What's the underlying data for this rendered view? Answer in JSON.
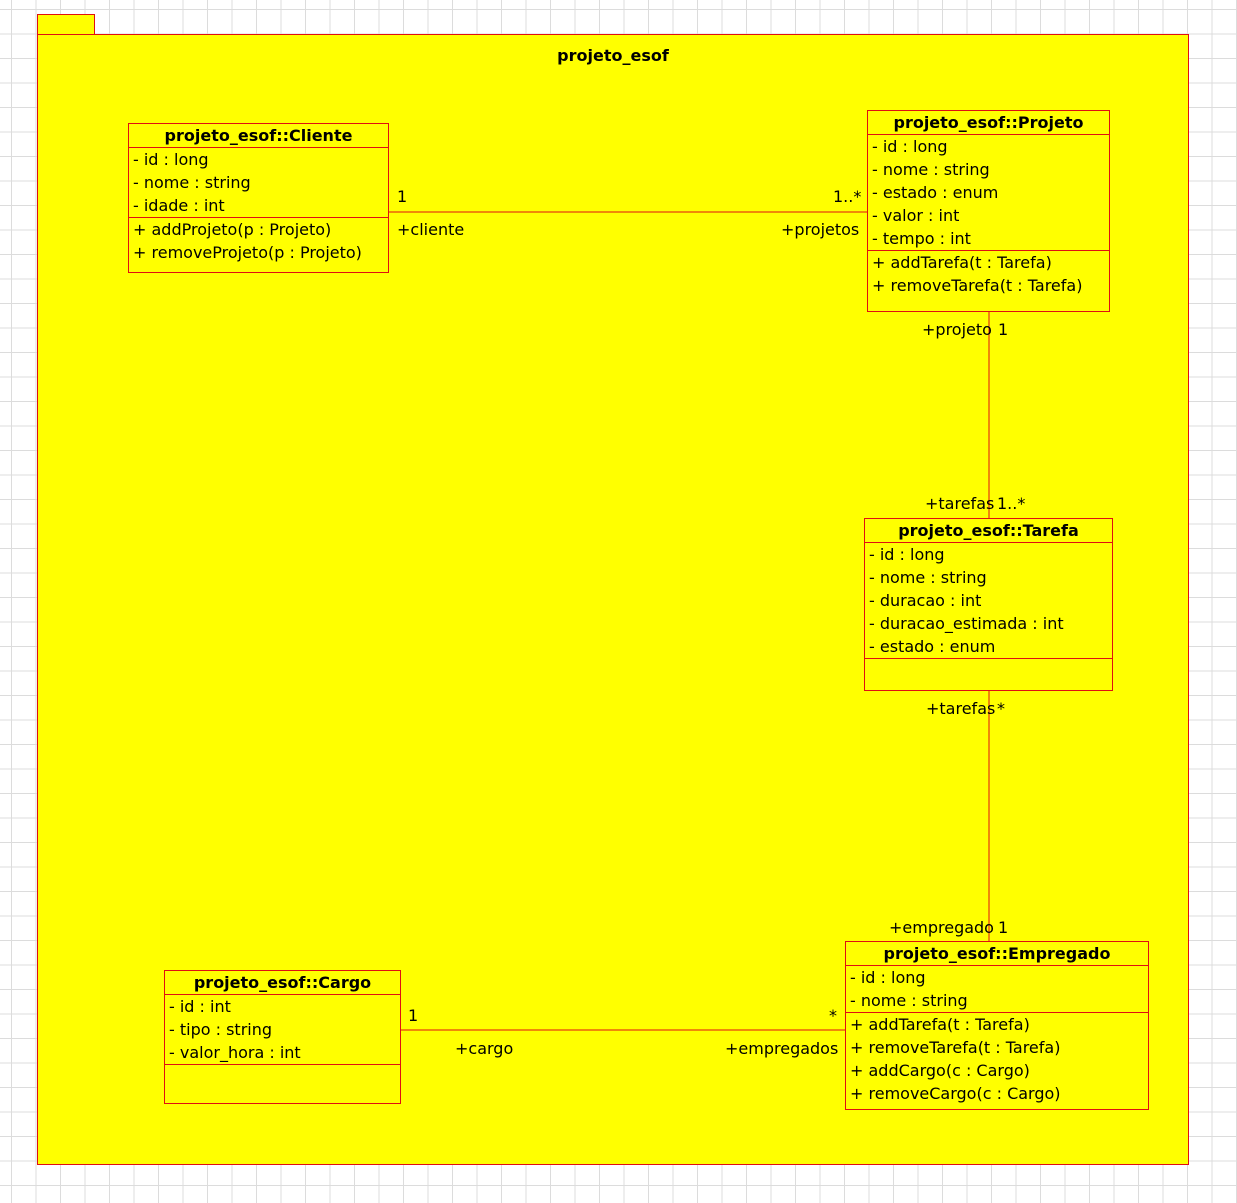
{
  "package": {
    "name": "projeto_esof"
  },
  "classes": {
    "cliente": {
      "name": "projeto_esof::Cliente",
      "attributes": [
        "- id : long",
        "- nome : string",
        "- idade : int"
      ],
      "operations": [
        "+ addProjeto(p : Projeto)",
        "+ removeProjeto(p : Projeto)"
      ]
    },
    "projeto": {
      "name": "projeto_esof::Projeto",
      "attributes": [
        "- id : long",
        "- nome : string",
        "- estado : enum",
        "- valor : int",
        "- tempo : int"
      ],
      "operations": [
        "+ addTarefa(t : Tarefa)",
        "+ removeTarefa(t : Tarefa)"
      ]
    },
    "tarefa": {
      "name": "projeto_esof::Tarefa",
      "attributes": [
        "- id : long",
        "- nome : string",
        "- duracao : int",
        "- duracao_estimada : int",
        "- estado : enum"
      ],
      "operations": []
    },
    "cargo": {
      "name": "projeto_esof::Cargo",
      "attributes": [
        "- id : int",
        "- tipo : string",
        "- valor_hora : int"
      ],
      "operations": []
    },
    "empregado": {
      "name": "projeto_esof::Empregado",
      "attributes": [
        "- id : long",
        "- nome : string"
      ],
      "operations": [
        "+ addTarefa(t : Tarefa)",
        "+ removeTarefa(t : Tarefa)",
        "+ addCargo(c : Cargo)",
        "+ removeCargo(c : Cargo)"
      ]
    }
  },
  "associations": {
    "cliente_projeto": {
      "mult_a": "1",
      "role_a": "+cliente",
      "mult_b": "1..*",
      "role_b": "+projetos"
    },
    "projeto_tarefa": {
      "role_a": "+projeto",
      "mult_a": "1",
      "role_b": "+tarefas",
      "mult_b": "1..*"
    },
    "tarefa_empregado": {
      "role_a": "+tarefas",
      "mult_a": "*",
      "role_b": "+empregado",
      "mult_b": "1"
    },
    "cargo_empregado": {
      "mult_a": "1",
      "role_a": "+cargo",
      "mult_b": "*",
      "role_b": "+empregados"
    }
  },
  "colors": {
    "fill": "#ffff00",
    "stroke": "#e01010"
  }
}
